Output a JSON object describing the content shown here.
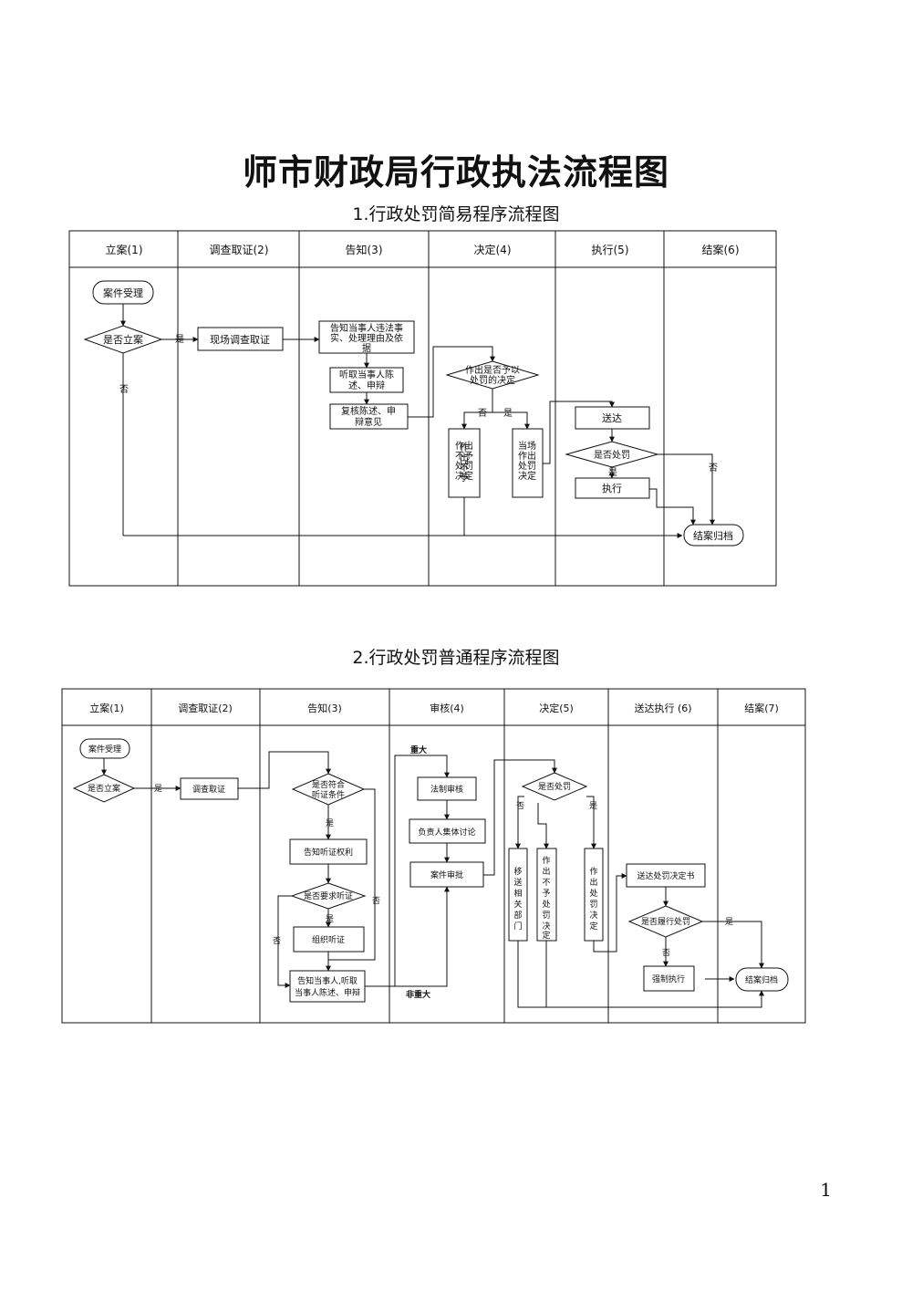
{
  "title": "师市财政局行政执法流程图",
  "section1": {
    "title": "1.行政处罚简易程序流程图",
    "columns": [
      "立案(1)",
      "调查取证(2)",
      "告知(3)",
      "决定(4)",
      "执行(5)",
      "结案(6)"
    ],
    "nodes": {
      "accept": "案件受理",
      "file_case": "是否立案",
      "investigate": "现场调查取证",
      "inform_1": "告知当事人违法事",
      "inform_2": "实、处理理由及依",
      "inform_3": "据",
      "hear_1": "听取当事人陈",
      "hear_2": "述、申辩",
      "review_1": "复核陈述、申",
      "review_2": "辩意见",
      "decide_1": "作出是否予以",
      "decide_2": "处罚的决定",
      "no_penalty": [
        "作",
        "出",
        "不",
        "予",
        "处",
        "罚",
        "决",
        "定"
      ],
      "onsite_penalty": [
        "当",
        "场",
        "作",
        "出",
        "处",
        "罚",
        "决",
        "定"
      ],
      "deliver": "送达",
      "penalize": "是否处罚",
      "execute": "执行",
      "close": "结案归档"
    },
    "labels": {
      "yes": "是",
      "no": "否"
    }
  },
  "section2": {
    "title": "2.行政处罚普通程序流程图",
    "columns": [
      "立案(1)",
      "调查取证(2)",
      "告知(3)",
      "审核(4)",
      "决定(5)",
      "送达执行 (6)",
      "结案(7)"
    ],
    "nodes": {
      "accept": "案件受理",
      "file_case": "是否立案",
      "investigate": "调查取证",
      "hearing_cond_1": "是否符合",
      "hearing_cond_2": "听证条件",
      "notify_right": "告知听证权利",
      "request_hearing": "是否要求听证",
      "organize": "组织听证",
      "inform_1": "告知当事人,听取",
      "inform_2": "当事人陈述、申辩",
      "legal_review": "法制审核",
      "collective": "负责人集体讨论",
      "approve": "案件审批",
      "penalize": "是否处罚",
      "transfer": [
        "移",
        "送",
        "相",
        "关",
        "部",
        "门"
      ],
      "no_penalty": [
        "作",
        "出",
        "不",
        "予",
        "处",
        "罚",
        "决",
        "定"
      ],
      "penalty": [
        "作",
        "出",
        "处",
        "罚",
        "决",
        "定"
      ],
      "deliver": "送达处罚决定书",
      "fulfill": "是否履行处罚",
      "enforce": "强制执行",
      "close": "结案归档"
    },
    "labels": {
      "yes": "是",
      "no": "否",
      "major": "重大",
      "non_major": "非重大"
    }
  },
  "page_number": "1"
}
